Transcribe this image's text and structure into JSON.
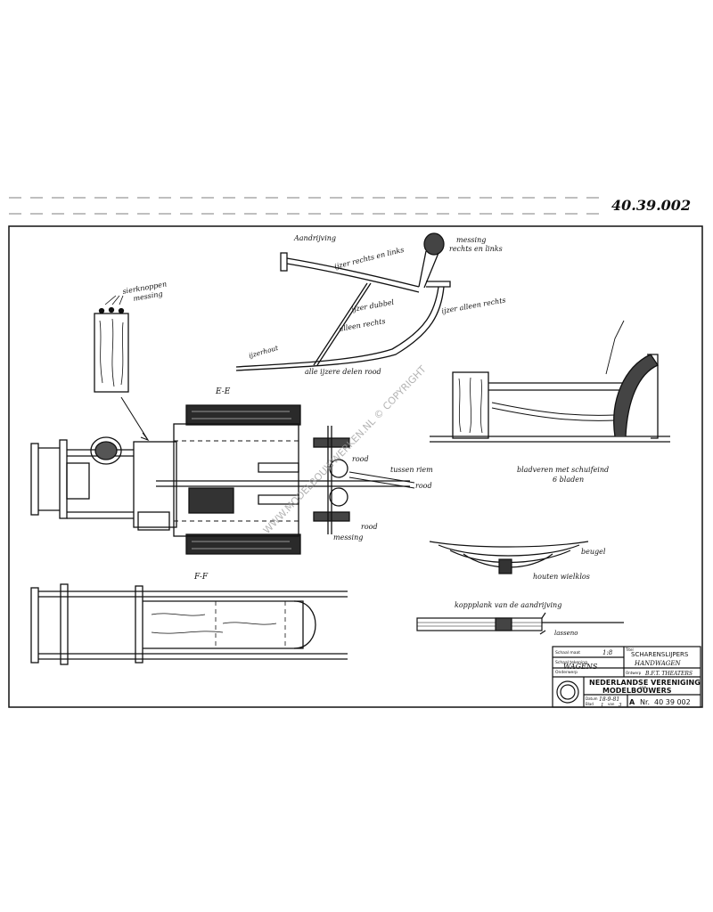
{
  "sheet": {
    "number_handwritten": "40.39.002",
    "watermark": "WWW.MODELBOUWWERKEN.NL © COPYRIGHT"
  },
  "views": {
    "section_e": "E-E",
    "section_f": "F-F"
  },
  "annotations": {
    "aandrijving": "Aandrijving",
    "messing_top": "messing",
    "rechts_en_links": "rechts en links",
    "ijzer_rechts_links": "ijzer rechts en links",
    "ijzer_dubbel": "ijzer dubbel",
    "alleen_rechts": "alleen rechts",
    "ijzer_alleen_rechts": "ijzer alleen rechts",
    "ijzerhout": "ijzerhout",
    "alle_ijzere_delen": "alle ijzere delen rood",
    "sierknoppen": "sierknoppen",
    "messing_left": "messing",
    "rood_1": "rood",
    "tussen_riem": "tussen riem",
    "rood_2": "rood",
    "rood_3": "rood",
    "messing_bottom": "messing",
    "bladveren": "bladveren met schuifeind",
    "zes_bladen": "6 bladen",
    "beugel": "beugel",
    "houten_wielklos": "houten wielklos",
    "koppplank": "koppplank van de aandrijving",
    "lasseno": "lasseno"
  },
  "title_block": {
    "schaal_label": "Schaal maat",
    "schaal_value": "1:8",
    "schaal_tekening_label": "Schaal tekening",
    "onderwerp_label": "Onderwerp",
    "project_label": "Titel",
    "project_value": "SCHARENSLIJPERS",
    "subject_value": "HANDWAGEN",
    "category_value": "WAGENS",
    "ontwerp_label": "Ontwerp",
    "ontwerp_value": "B.F.T. THEATERS",
    "org_line1": "NEDERLANDSE VERENIGING",
    "org_van": "VAN",
    "org_line2": "MODELBOUWERS",
    "datum_label": "Datum",
    "datum_value": "18-9-81",
    "blad_label": "Blad",
    "blad_value": "1",
    "van_label": "van",
    "van_value": "3",
    "format_value": "A",
    "nr_label": "Nr.",
    "nr_value": "40 39 002"
  }
}
